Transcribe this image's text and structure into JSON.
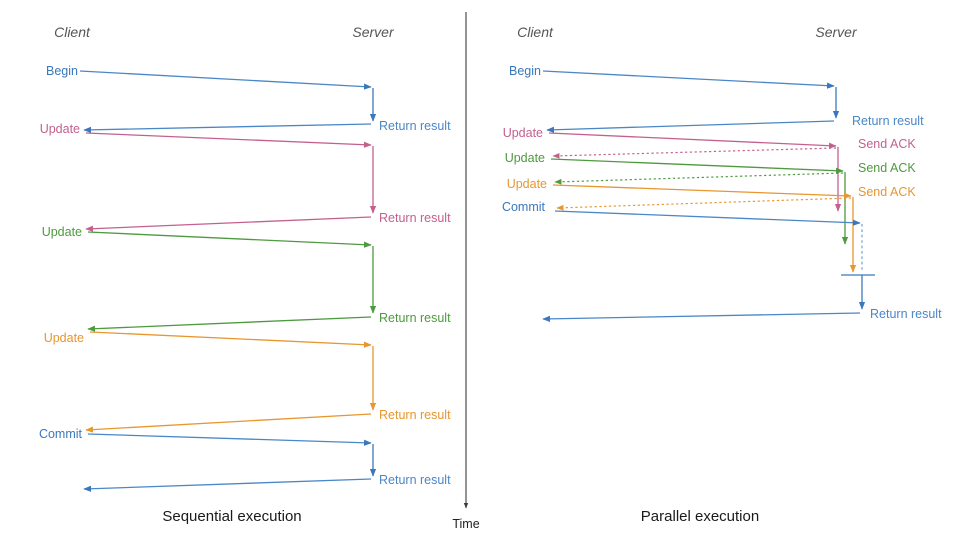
{
  "figure": {
    "title_left": "Sequential execution",
    "title_right": "Parallel execution",
    "time_axis_label": "Time",
    "divider_color": "#3c3c3c"
  },
  "colors": {
    "blue": "#4a87c7",
    "blue_dark": "#3a78bd",
    "pink": "#c4608f",
    "green": "#4e9a3e",
    "orange": "#e8962e",
    "actor": "#555555",
    "caption": "#1a1a1a"
  },
  "panels": [
    {
      "id": "sequential",
      "caption": "Sequential execution",
      "actors": {
        "client": "Client",
        "server": "Server"
      },
      "messages": [
        {
          "label": "Begin",
          "side": "client",
          "color": "blue",
          "dashed": false
        },
        {
          "label": "Return result",
          "side": "server",
          "color": "blue",
          "dashed": false
        },
        {
          "label": "Update",
          "side": "client",
          "color": "pink",
          "dashed": false
        },
        {
          "label": "Return result",
          "side": "server",
          "color": "pink",
          "dashed": false
        },
        {
          "label": "Update",
          "side": "client",
          "color": "green",
          "dashed": false
        },
        {
          "label": "Return result",
          "side": "server",
          "color": "green",
          "dashed": false
        },
        {
          "label": "Update",
          "side": "client",
          "color": "orange",
          "dashed": false
        },
        {
          "label": "Return result",
          "side": "server",
          "color": "orange",
          "dashed": false
        },
        {
          "label": "Commit",
          "side": "client",
          "color": "blue",
          "dashed": false
        },
        {
          "label": "Return result",
          "side": "server",
          "color": "blue",
          "dashed": false
        }
      ]
    },
    {
      "id": "parallel",
      "caption": "Parallel execution",
      "actors": {
        "client": "Client",
        "server": "Server"
      },
      "messages": [
        {
          "label": "Begin",
          "side": "client",
          "color": "blue",
          "dashed": false
        },
        {
          "label": "Return result",
          "side": "server",
          "color": "blue",
          "dashed": false
        },
        {
          "label": "Update",
          "side": "client",
          "color": "pink",
          "dashed": false
        },
        {
          "label": "Send ACK",
          "side": "server",
          "color": "pink",
          "dashed": true
        },
        {
          "label": "Update",
          "side": "client",
          "color": "green",
          "dashed": false
        },
        {
          "label": "Send ACK",
          "side": "server",
          "color": "green",
          "dashed": true
        },
        {
          "label": "Update",
          "side": "client",
          "color": "orange",
          "dashed": false
        },
        {
          "label": "Send ACK",
          "side": "server",
          "color": "orange",
          "dashed": true
        },
        {
          "label": "Commit",
          "side": "client",
          "color": "blue",
          "dashed": false
        },
        {
          "label": "Return result",
          "side": "server",
          "color": "blue",
          "dashed": false
        }
      ]
    }
  ],
  "labels": {
    "left": {
      "client_actor": "Client",
      "server_actor": "Server",
      "begin": "Begin",
      "update1": "Update",
      "update2": "Update",
      "update3": "Update",
      "commit": "Commit",
      "ret1": "Return result",
      "ret2": "Return result",
      "ret3": "Return result",
      "ret4": "Return result",
      "ret5": "Return result"
    },
    "right": {
      "client_actor": "Client",
      "server_actor": "Server",
      "begin": "Begin",
      "update1": "Update",
      "update2": "Update",
      "update3": "Update",
      "commit": "Commit",
      "ret1": "Return result",
      "ack1": "Send ACK",
      "ack2": "Send ACK",
      "ack3": "Send ACK",
      "ret2": "Return result"
    }
  }
}
